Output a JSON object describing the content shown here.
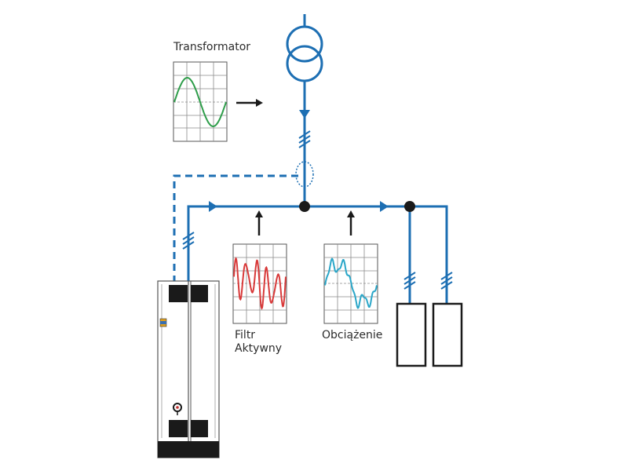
{
  "labels": {
    "transformer": "Transformator",
    "active_filter_line1": "Filtr",
    "active_filter_line2": "Aktywny",
    "load": "Obciążenie"
  },
  "colors": {
    "bus_line": "#1d6fb3",
    "transformer_wave": "#2e9d4a",
    "filter_wave": "#d83a3a",
    "load_wave": "#2aa6c8",
    "arrow": "#1a1a1a",
    "grid": "#7a7a7a",
    "cabinet_dark": "#1a1a1a"
  },
  "icons": {
    "transformer": "transformer-symbol-icon",
    "arrow_right": "arrow-right-icon",
    "arrow_up": "arrow-up-icon",
    "current_transformer": "current-transformer-icon",
    "active_filter_cabinet": "active-filter-cabinet-icon",
    "load_box": "load-box-icon"
  }
}
